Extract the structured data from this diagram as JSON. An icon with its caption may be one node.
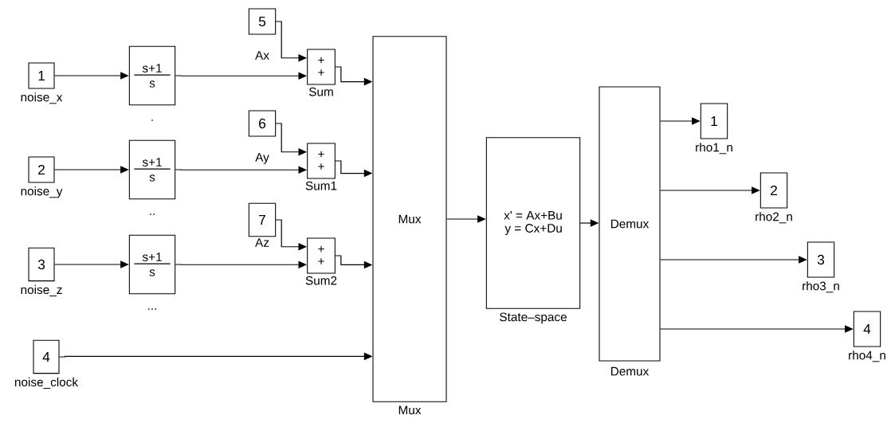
{
  "diagram": {
    "nodes": [
      {
        "text": [
          "1"
        ],
        "beside": [
          "noise_x"
        ]
      },
      {
        "text": [
          "2"
        ],
        "beside": [
          "noise_y"
        ]
      },
      {
        "text": [
          "3"
        ],
        "beside": [
          "noise_z"
        ]
      },
      {
        "text": [
          "4"
        ],
        "beside": [
          "noise_clock"
        ]
      },
      {
        "text": [
          "s+1",
          "s"
        ],
        "beside": [
          "."
        ]
      },
      {
        "text": [
          "s+1",
          "s"
        ],
        "beside": [
          ".."
        ]
      },
      {
        "text": [
          "s+1",
          "s"
        ],
        "beside": [
          "..."
        ]
      },
      {
        "text": [
          "5"
        ],
        "beside": [
          "Ax"
        ]
      },
      {
        "text": [
          "+",
          "+"
        ],
        "beside": [
          "Sum"
        ]
      },
      {
        "text": [
          "6"
        ],
        "beside": [
          "Ay"
        ]
      },
      {
        "text": [
          "+",
          "+"
        ],
        "beside": [
          "Sum1"
        ]
      },
      {
        "text": [
          "7"
        ],
        "beside": [
          "Az"
        ]
      },
      {
        "text": [
          "+",
          "+"
        ],
        "beside": [
          "Sum2"
        ]
      },
      {
        "text": [
          "Mux"
        ],
        "beside": [
          "Mux"
        ]
      },
      {
        "text": [
          "x' = Ax+Bu",
          "y = Cx+Du"
        ],
        "beside": [
          "State–space"
        ]
      },
      {
        "text": [
          "Demux"
        ],
        "beside": [
          "Demux"
        ]
      },
      {
        "text": [
          "1"
        ],
        "beside": [
          "rho1_n"
        ]
      },
      {
        "text": [
          "2"
        ],
        "beside": [
          "rho2_n"
        ]
      },
      {
        "text": [
          "3"
        ],
        "beside": [
          "rho3_n"
        ]
      },
      {
        "text": [
          "4"
        ],
        "beside": [
          "rho4_n"
        ]
      }
    ],
    "edges": [
      {
        "from": 0,
        "to": 4,
        "arrow": "to"
      },
      {
        "from": 4,
        "to": 8,
        "arrow": "to"
      },
      {
        "from": 7,
        "to": 8,
        "arrow": "to"
      },
      {
        "from": 8,
        "to": 13,
        "arrow": "to"
      },
      {
        "from": 1,
        "to": 5,
        "arrow": "to"
      },
      {
        "from": 5,
        "to": 10,
        "arrow": "to"
      },
      {
        "from": 9,
        "to": 10,
        "arrow": "to"
      },
      {
        "from": 10,
        "to": 13,
        "arrow": "to"
      },
      {
        "from": 2,
        "to": 6,
        "arrow": "to"
      },
      {
        "from": 6,
        "to": 12,
        "arrow": "to"
      },
      {
        "from": 11,
        "to": 12,
        "arrow": "to"
      },
      {
        "from": 12,
        "to": 13,
        "arrow": "to"
      },
      {
        "from": 3,
        "to": 13,
        "arrow": "to"
      },
      {
        "from": 13,
        "to": 14,
        "arrow": "to"
      },
      {
        "from": 14,
        "to": 15,
        "arrow": "to"
      },
      {
        "from": 15,
        "to": 16,
        "arrow": "to"
      },
      {
        "from": 15,
        "to": 17,
        "arrow": "to"
      },
      {
        "from": 15,
        "to": 18,
        "arrow": "to"
      },
      {
        "from": 15,
        "to": 19,
        "arrow": "to"
      }
    ]
  }
}
